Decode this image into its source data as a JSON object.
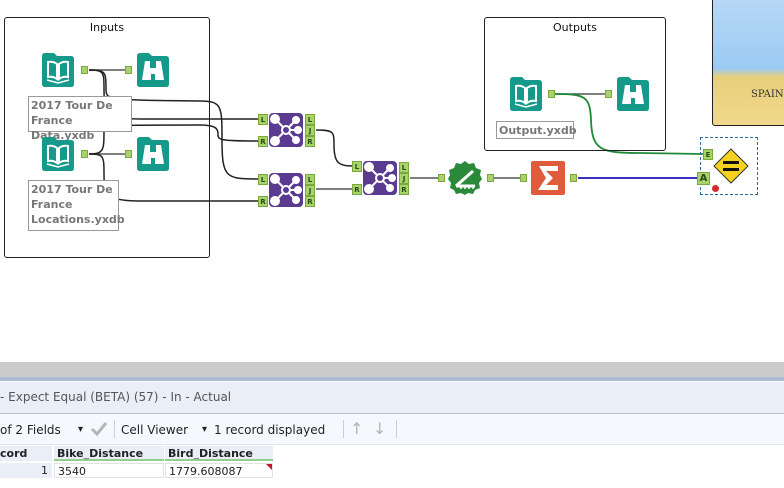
{
  "canvas": {
    "containers": {
      "inputs_title": "Inputs",
      "outputs_title": "Outputs"
    },
    "annotations": {
      "input1": [
        "2017 Tour De",
        "France Data.yxdb"
      ],
      "input2": [
        "2017 Tour De",
        "France",
        "Locations.yxdb"
      ],
      "output": "Output.yxdb"
    },
    "anchor_labels": {
      "left": "L",
      "right": "R",
      "join": "J",
      "expected": "E",
      "actual": "A"
    },
    "map_label": "SPAIN",
    "tools": {
      "input_icon": "book-open-icon",
      "browse_icon": "binoculars-icon",
      "join_icon": "join-icon",
      "distance_icon": "distance-icon",
      "summarize_icon": "sigma-icon",
      "expect_equal_icon": "equals-diamond-icon"
    },
    "colors": {
      "teal": "#14998a",
      "join_purple": "#5a3b8f",
      "distance_green": "#2a8a3a",
      "summarize_red": "#e05a3c",
      "expect_yellow": "#f4d21e",
      "wire_blue": "#3a2fc0",
      "wire_green": "#1f8a3a"
    }
  },
  "results": {
    "title": "- Expect Equal (BETA) (57) - In - Actual",
    "toolbar": {
      "fields": "of 2 Fields",
      "dropdown_icon": "▾",
      "apply_icon": "check-icon",
      "viewer": "Cell Viewer",
      "records": "1 record displayed",
      "up_icon": "↑",
      "down_icon": "↓"
    },
    "table": {
      "headers": [
        "cord",
        "Bike_Distance",
        "Bird_Distance"
      ],
      "rows": [
        [
          "1",
          "3540",
          "1779.608087"
        ]
      ]
    }
  }
}
